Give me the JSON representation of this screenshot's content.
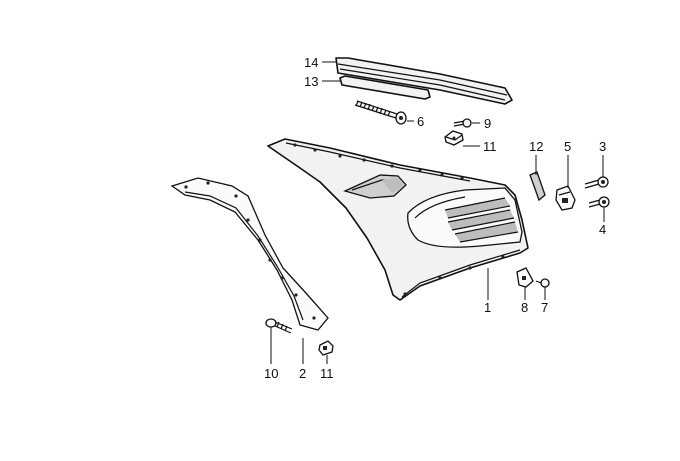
{
  "callouts": [
    {
      "id": "c14",
      "text": "14"
    },
    {
      "id": "c13",
      "text": "13"
    },
    {
      "id": "c6",
      "text": "6"
    },
    {
      "id": "c9",
      "text": "9"
    },
    {
      "id": "c11a",
      "text": "11"
    },
    {
      "id": "c12",
      "text": "12"
    },
    {
      "id": "c5",
      "text": "5"
    },
    {
      "id": "c3",
      "text": "3"
    },
    {
      "id": "c4",
      "text": "4"
    },
    {
      "id": "c1",
      "text": "1"
    },
    {
      "id": "c8",
      "text": "8"
    },
    {
      "id": "c7",
      "text": "7"
    },
    {
      "id": "c10",
      "text": "10"
    },
    {
      "id": "c2",
      "text": "2"
    },
    {
      "id": "c11b",
      "text": "11"
    }
  ]
}
